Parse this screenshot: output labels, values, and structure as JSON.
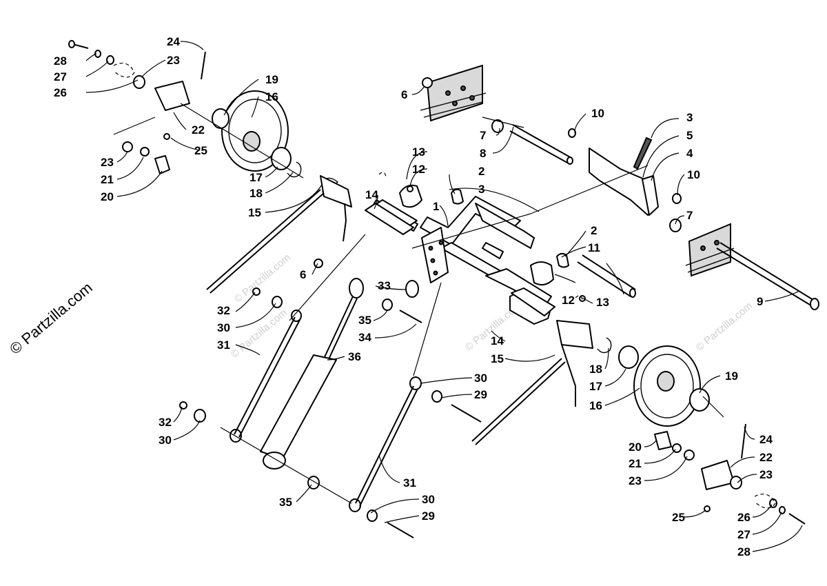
{
  "watermark": {
    "main_text": "© Partzilla.com",
    "faint_text": "© Partzilla.com"
  },
  "callouts": [
    {
      "id": "c1",
      "label": "1"
    },
    {
      "id": "c2a",
      "label": "2"
    },
    {
      "id": "c2b",
      "label": "2"
    },
    {
      "id": "c3a",
      "label": "3"
    },
    {
      "id": "c3b",
      "label": "3"
    },
    {
      "id": "c4",
      "label": "4"
    },
    {
      "id": "c5",
      "label": "5"
    },
    {
      "id": "c6a",
      "label": "6"
    },
    {
      "id": "c6b",
      "label": "6"
    },
    {
      "id": "c7a",
      "label": "7"
    },
    {
      "id": "c7b",
      "label": "7"
    },
    {
      "id": "c8",
      "label": "8"
    },
    {
      "id": "c9",
      "label": "9"
    },
    {
      "id": "c10a",
      "label": "10"
    },
    {
      "id": "c10b",
      "label": "10"
    },
    {
      "id": "c11",
      "label": "11"
    },
    {
      "id": "c12a",
      "label": "12"
    },
    {
      "id": "c12b",
      "label": "12"
    },
    {
      "id": "c13a",
      "label": "13"
    },
    {
      "id": "c13b",
      "label": "13"
    },
    {
      "id": "c14a",
      "label": "14"
    },
    {
      "id": "c14b",
      "label": "14"
    },
    {
      "id": "c15a",
      "label": "15"
    },
    {
      "id": "c15b",
      "label": "15"
    },
    {
      "id": "c16a",
      "label": "16"
    },
    {
      "id": "c16b",
      "label": "16"
    },
    {
      "id": "c17a",
      "label": "17"
    },
    {
      "id": "c17b",
      "label": "17"
    },
    {
      "id": "c18a",
      "label": "18"
    },
    {
      "id": "c18b",
      "label": "18"
    },
    {
      "id": "c19a",
      "label": "19"
    },
    {
      "id": "c19b",
      "label": "19"
    },
    {
      "id": "c20a",
      "label": "20"
    },
    {
      "id": "c20b",
      "label": "20"
    },
    {
      "id": "c21a",
      "label": "21"
    },
    {
      "id": "c21b",
      "label": "21"
    },
    {
      "id": "c22a",
      "label": "22"
    },
    {
      "id": "c22b",
      "label": "22"
    },
    {
      "id": "c23a",
      "label": "23"
    },
    {
      "id": "c23b",
      "label": "23"
    },
    {
      "id": "c23c",
      "label": "23"
    },
    {
      "id": "c23d",
      "label": "23"
    },
    {
      "id": "c24a",
      "label": "24"
    },
    {
      "id": "c24b",
      "label": "24"
    },
    {
      "id": "c25a",
      "label": "25"
    },
    {
      "id": "c25b",
      "label": "25"
    },
    {
      "id": "c26a",
      "label": "26"
    },
    {
      "id": "c26b",
      "label": "26"
    },
    {
      "id": "c27a",
      "label": "27"
    },
    {
      "id": "c27b",
      "label": "27"
    },
    {
      "id": "c28a",
      "label": "28"
    },
    {
      "id": "c28b",
      "label": "28"
    },
    {
      "id": "c29a",
      "label": "29"
    },
    {
      "id": "c29b",
      "label": "29"
    },
    {
      "id": "c30a",
      "label": "30"
    },
    {
      "id": "c30b",
      "label": "30"
    },
    {
      "id": "c30c",
      "label": "30"
    },
    {
      "id": "c30d",
      "label": "30"
    },
    {
      "id": "c31a",
      "label": "31"
    },
    {
      "id": "c31b",
      "label": "31"
    },
    {
      "id": "c32a",
      "label": "32"
    },
    {
      "id": "c32b",
      "label": "32"
    },
    {
      "id": "c33",
      "label": "33"
    },
    {
      "id": "c34",
      "label": "34"
    },
    {
      "id": "c35a",
      "label": "35"
    },
    {
      "id": "c35b",
      "label": "35"
    },
    {
      "id": "c36",
      "label": "36"
    }
  ]
}
